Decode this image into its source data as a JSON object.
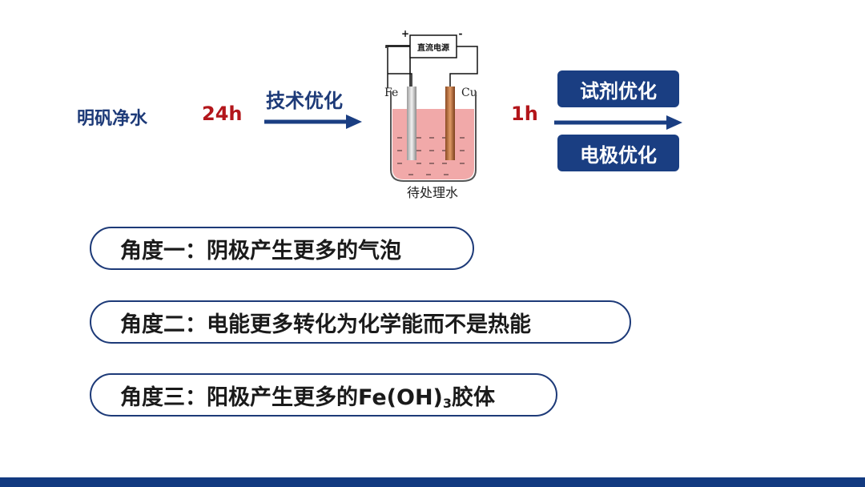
{
  "process": {
    "topic": "明矾净水",
    "time_before": "24h",
    "tech_label": "技术优化",
    "time_after": "1h"
  },
  "cell": {
    "power_source_label": "直流电源",
    "plus_sign": "+",
    "minus_sign": "-",
    "left_electrode": "Fe",
    "right_electrode": "Cu",
    "caption": "待处理水"
  },
  "optimizations": [
    {
      "label": "试剂优化"
    },
    {
      "label": "电极优化"
    }
  ],
  "angles": [
    {
      "text": "角度一：阴极产生更多的气泡"
    },
    {
      "text": "角度二：电能更多转化为化学能而不是热能"
    },
    {
      "prefix": "角度三：阳极产生更多的Fe(OH)",
      "subscript": "3",
      "suffix": "胶体"
    }
  ],
  "colors": {
    "primary_blue": "#1a3e82",
    "time_red": "#b3161b",
    "solution_pink": "#ef9a9a"
  }
}
